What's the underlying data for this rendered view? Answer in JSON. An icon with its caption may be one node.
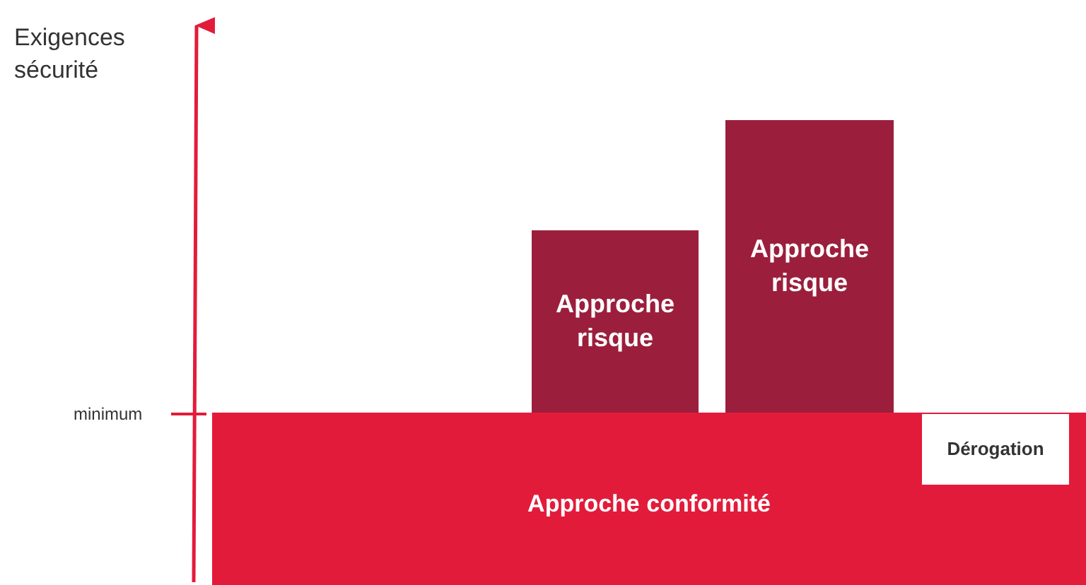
{
  "diagram": {
    "nodes": [
      {
        "text": [
          "Approche conformité"
        ]
      },
      {
        "text": [
          "Dérogation"
        ],
        "in": 0
      },
      {
        "text": [
          "Approche risque"
        ]
      },
      {
        "text": [
          "Approche risque"
        ]
      }
    ],
    "labels": [
      "Exigences sécurité",
      "minimum"
    ]
  }
}
